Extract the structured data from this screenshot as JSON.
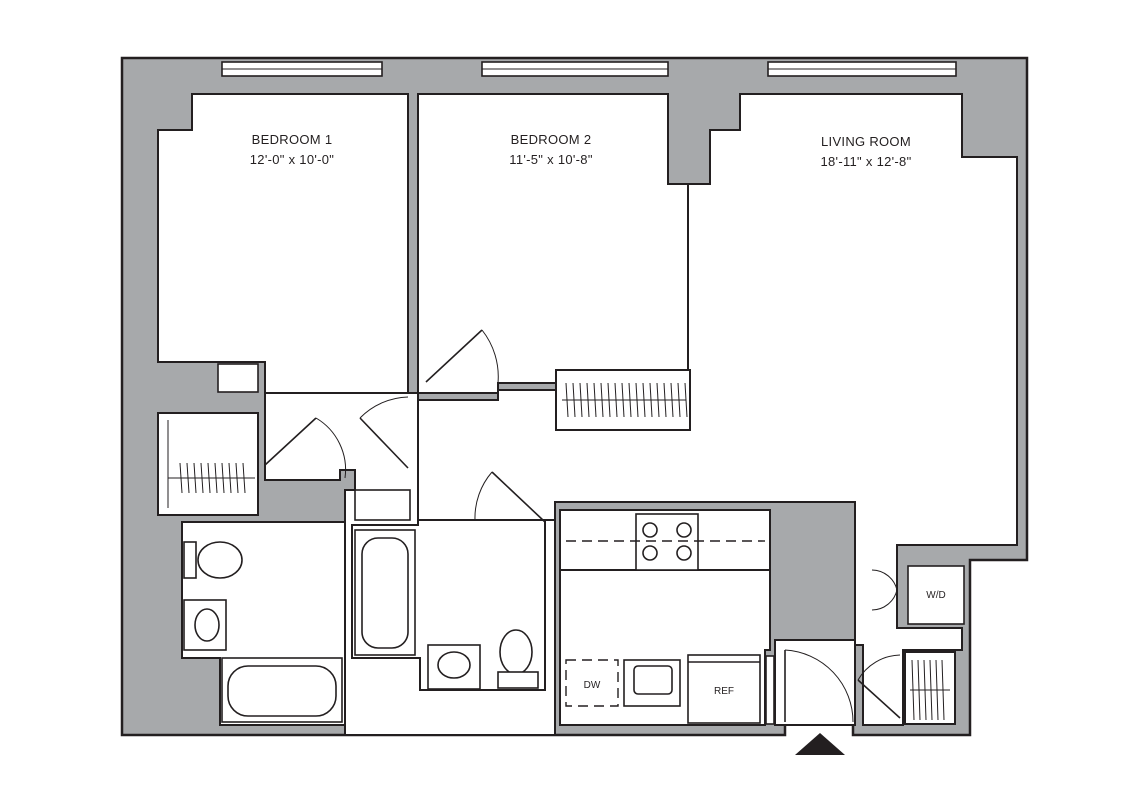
{
  "rooms": {
    "bedroom1": {
      "name": "BEDROOM 1",
      "size": "12'-0\" x 10'-0\""
    },
    "bedroom2": {
      "name": "BEDROOM 2",
      "size": "11'-5\" x 10'-8\""
    },
    "living": {
      "name": "LIVING ROOM",
      "size": "18'-11\" x 12'-8\""
    }
  },
  "fixtures": {
    "washer_dryer": "W/D",
    "dishwasher": "DW",
    "refrigerator": "REF"
  },
  "colors": {
    "wall": "#a7a9ab",
    "ink": "#231f20",
    "floor": "#ffffff"
  }
}
